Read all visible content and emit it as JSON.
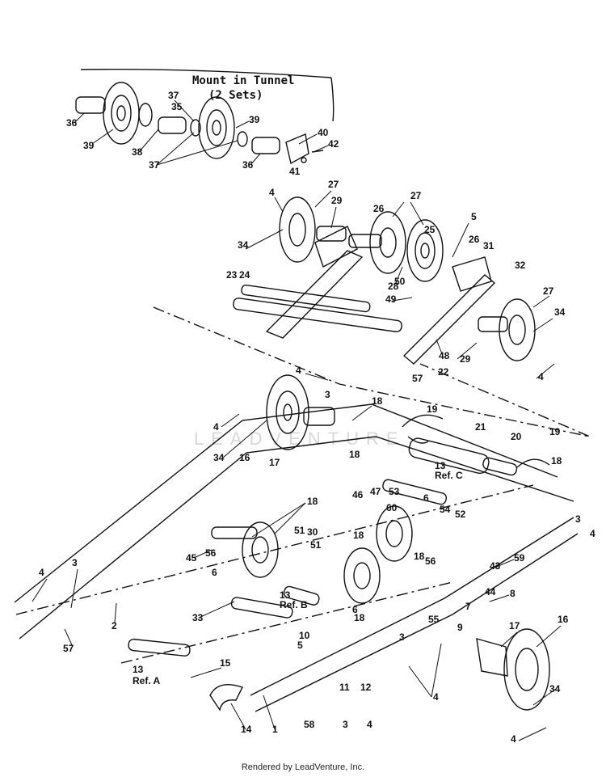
{
  "header": {
    "title_line1": "Mount in Tunnel",
    "title_line2": "(2 Sets)"
  },
  "watermark": "LEADVENTURE",
  "footer": "Rendered by LeadVenture, Inc.",
  "callouts": [
    "1",
    "2",
    "3",
    "4",
    "5",
    "6",
    "7",
    "8",
    "9",
    "10",
    "11",
    "12",
    "13",
    "14",
    "15",
    "16",
    "17",
    "18",
    "19",
    "20",
    "21",
    "22",
    "23",
    "24",
    "25",
    "26",
    "27",
    "28",
    "29",
    "30",
    "31",
    "32",
    "33",
    "34",
    "35",
    "36",
    "37",
    "38",
    "39",
    "40",
    "41",
    "42",
    "43",
    "44",
    "45",
    "46",
    "47",
    "48",
    "49",
    "50",
    "51",
    "52",
    "53",
    "54",
    "55",
    "56",
    "57",
    "58",
    "59",
    "60"
  ],
  "references": {
    "ref_a": "Ref. A",
    "ref_b": "Ref. B",
    "ref_c": "Ref. C"
  }
}
